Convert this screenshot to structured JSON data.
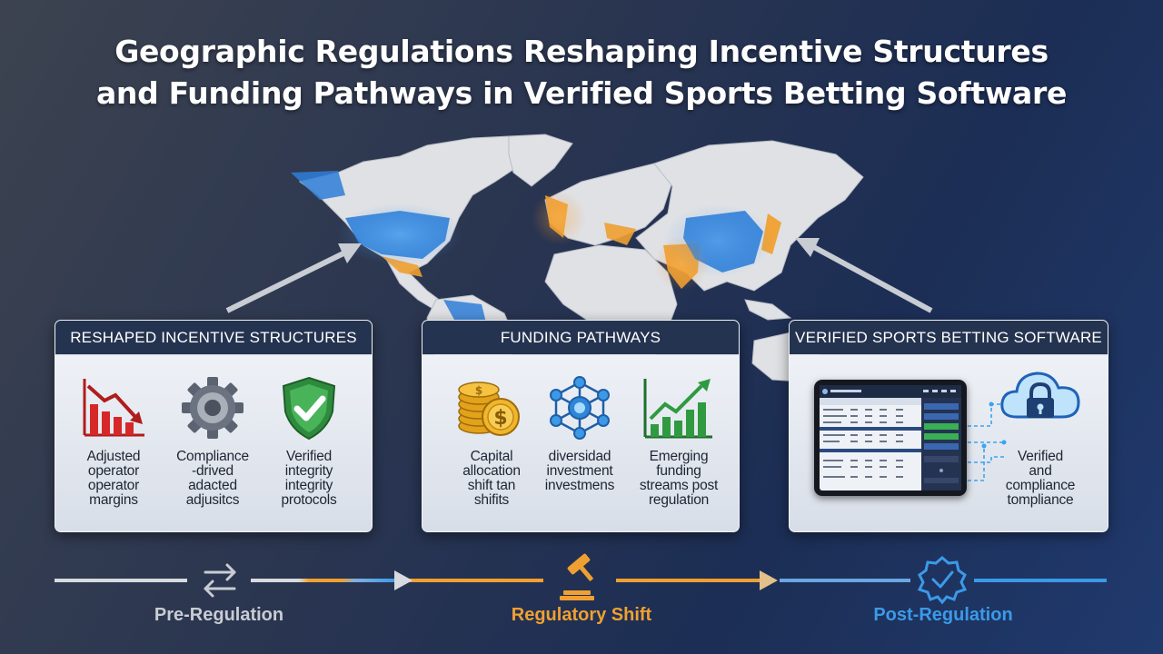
{
  "title": {
    "line1": "Geographic Regulations Reshaping Incentive Structures",
    "line2": "and Funding Pathways in Verified Sports Betting Software"
  },
  "colors": {
    "accent_orange": "#f0a030",
    "accent_blue": "#3b9ae8",
    "panel_header": "#24334f"
  },
  "panels": [
    {
      "heading": "RESHAPED INCENTIVE STRUCTURES",
      "items": [
        {
          "icon": "bar-chart-down-icon",
          "caption": [
            "Adjusted",
            "operator",
            "operator",
            "margins"
          ]
        },
        {
          "icon": "gear-icon",
          "caption": [
            "Compliance",
            "-drived",
            "adacted",
            "adjusitcs"
          ]
        },
        {
          "icon": "shield-check-icon",
          "caption": [
            "Verified",
            "integrity",
            "integrity",
            "protocols"
          ]
        }
      ]
    },
    {
      "heading": "FUNDING PATHWAYS",
      "items": [
        {
          "icon": "coins-icon",
          "caption": [
            "Capital",
            "allocation",
            "shift tan",
            "shifits"
          ]
        },
        {
          "icon": "network-icon",
          "caption": [
            "diversidad",
            "investment",
            "investmens"
          ]
        },
        {
          "icon": "growth-chart-icon",
          "caption": [
            "Emerging",
            "funding",
            "streams post",
            "regulation"
          ]
        }
      ]
    },
    {
      "heading": "VERIFIED SPORTS BETTING SOFTWARE",
      "items": [
        {
          "icon": "cloud-lock-icon",
          "caption": [
            "Verified",
            "and",
            "compliance",
            "tompliance"
          ]
        }
      ]
    }
  ],
  "timeline": {
    "stages": [
      {
        "label": "Pre-Regulation",
        "icon": "swap-arrows-icon",
        "color": "#c9ccd2"
      },
      {
        "label": "Regulatory Shift",
        "icon": "gavel-icon",
        "color": "#f0a030"
      },
      {
        "label": "Post-Regulation",
        "icon": "verified-badge-icon",
        "color": "#3b9ae8"
      }
    ]
  }
}
